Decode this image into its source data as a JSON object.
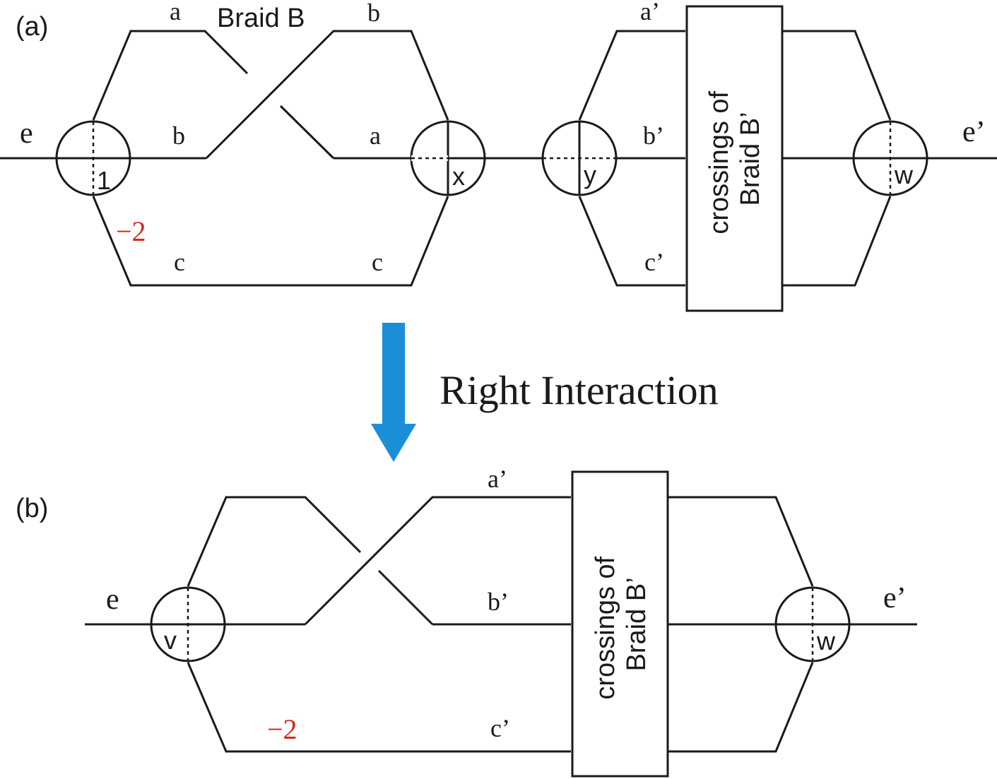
{
  "panel_a": {
    "tag": "(a)",
    "title": "Braid B",
    "edge_in": "e",
    "edge_out": "e’",
    "strand_top_left": "a",
    "strand_mid_left": "b",
    "strand_top_right": "b",
    "strand_mid_right": "a",
    "strand_bottom_left": "c",
    "strand_bottom_right": "c",
    "weight": "−2",
    "vertex_1": "1",
    "vertex_x": "x",
    "vertex_y": "y",
    "vertex_w": "w",
    "strand_a_prime": "a’",
    "strand_b_prime": "b’",
    "strand_c_prime": "c’",
    "box_line1": "crossings of",
    "box_line2": "Braid B’"
  },
  "transition": {
    "label": "Right Interaction",
    "arrow_color": "#1a8fd8"
  },
  "panel_b": {
    "tag": "(b)",
    "edge_in": "e",
    "edge_out": "e’",
    "vertex_v": "v",
    "vertex_w": "w",
    "strand_a_prime": "a’",
    "strand_b_prime": "b’",
    "strand_c_prime": "c’",
    "weight": "−2",
    "box_line1": "crossings of",
    "box_line2": "Braid B’"
  },
  "colors": {
    "line": "#1a1a1a",
    "weight_label": "#d42a20"
  }
}
